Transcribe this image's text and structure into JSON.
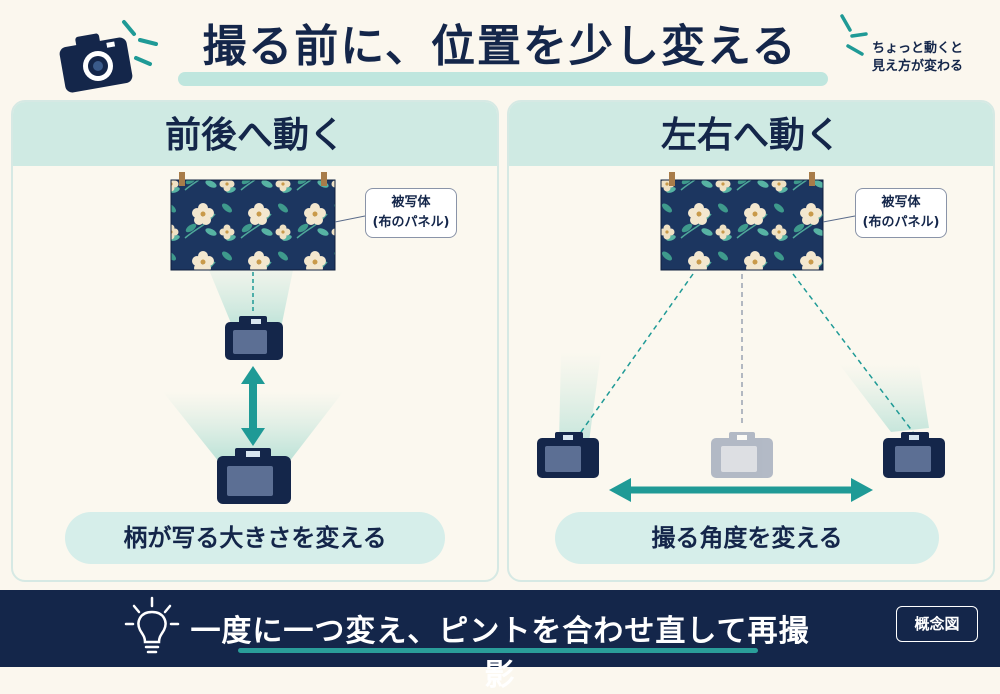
{
  "header": {
    "title": "撮る前に、位置を少し変える",
    "side_note_line1": "ちょっと動くと",
    "side_note_line2": "見え方が変わる"
  },
  "panels": [
    {
      "heading": "前後へ動く",
      "subject_label_line1": "被写体",
      "subject_label_line2": "(布のパネル)",
      "caption": "柄が写る大きさを変える"
    },
    {
      "heading": "左右へ動く",
      "subject_label_line1": "被写体",
      "subject_label_line2": "(布のパネル)",
      "caption": "撮る角度を変える"
    }
  ],
  "footer": {
    "message": "一度に一つ変え、ピントを合わせ直して再撮影",
    "badge": "概念図"
  },
  "colors": {
    "navy": "#14264A",
    "teal": "#1F9A96",
    "mint": "#CFEAE3",
    "cream": "#FBF7EE"
  },
  "icons": [
    "camera-icon",
    "lightbulb-icon"
  ]
}
